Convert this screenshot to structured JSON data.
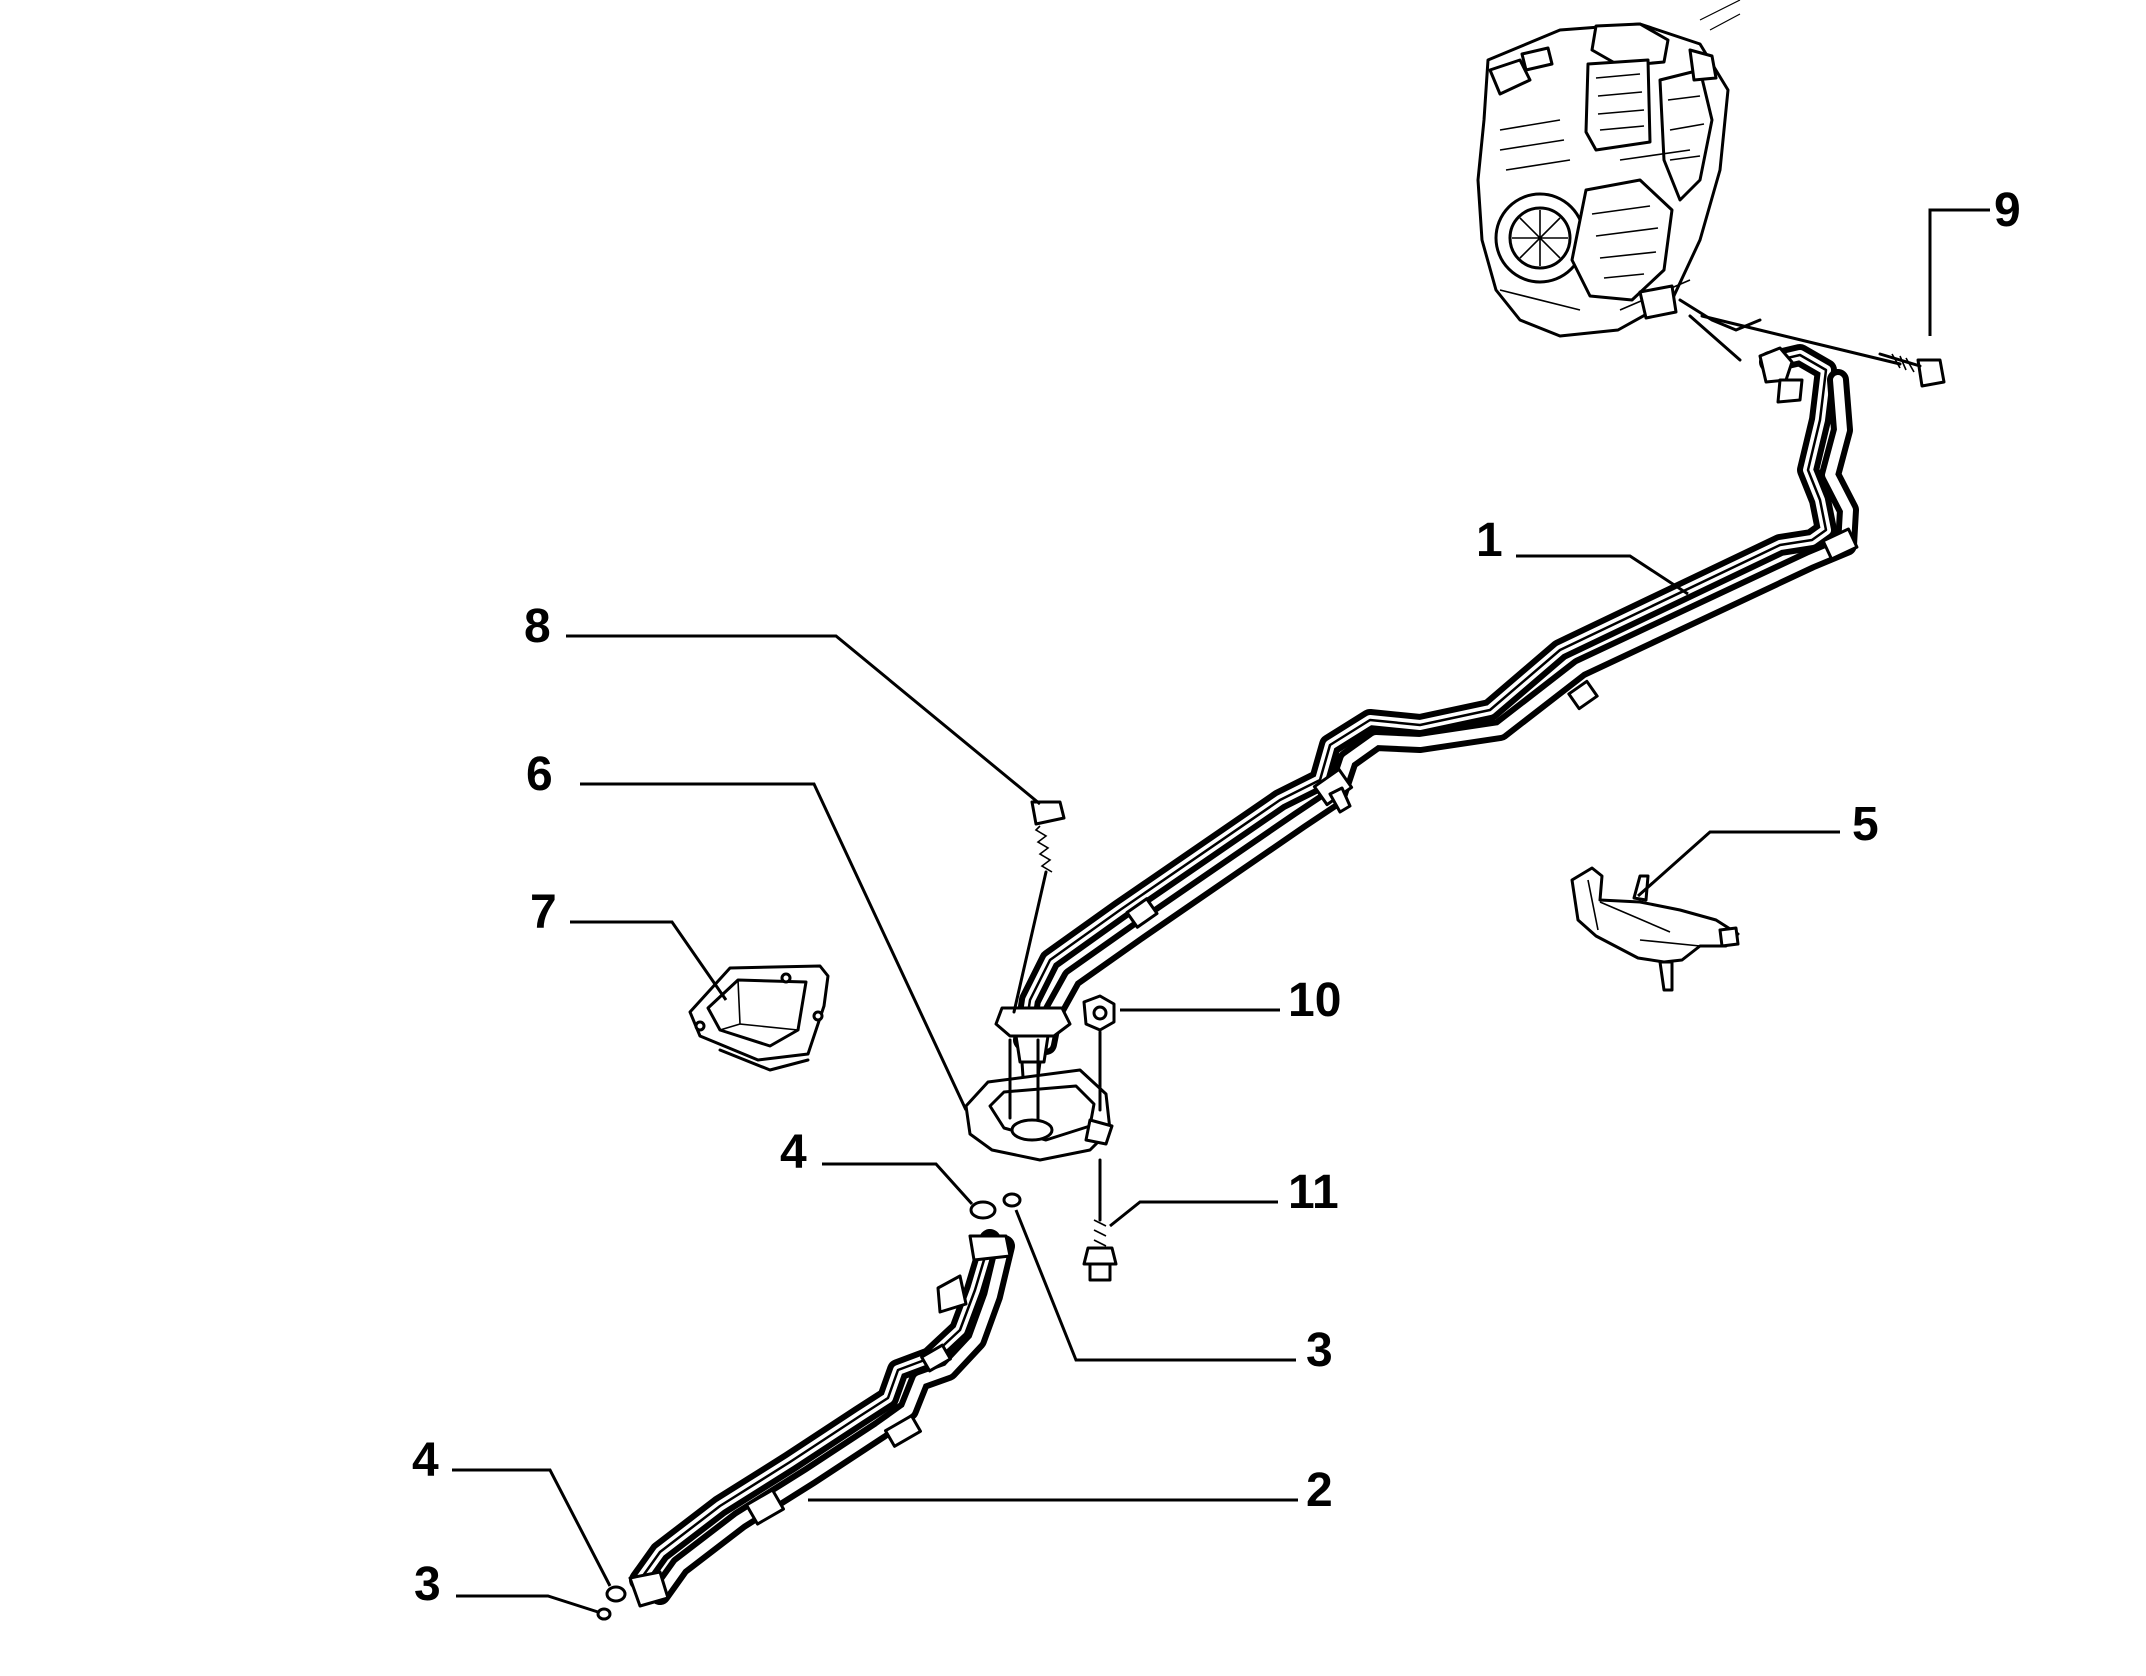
{
  "diagram": {
    "callouts": [
      {
        "id": "c1",
        "label": "1"
      },
      {
        "id": "c2",
        "label": "2"
      },
      {
        "id": "c3a",
        "label": "3"
      },
      {
        "id": "c3b",
        "label": "3"
      },
      {
        "id": "c4a",
        "label": "4"
      },
      {
        "id": "c4b",
        "label": "4"
      },
      {
        "id": "c5",
        "label": "5"
      },
      {
        "id": "c6",
        "label": "6"
      },
      {
        "id": "c7",
        "label": "7"
      },
      {
        "id": "c8",
        "label": "8"
      },
      {
        "id": "c9",
        "label": "9"
      },
      {
        "id": "c10",
        "label": "10"
      },
      {
        "id": "c11",
        "label": "11"
      }
    ]
  }
}
